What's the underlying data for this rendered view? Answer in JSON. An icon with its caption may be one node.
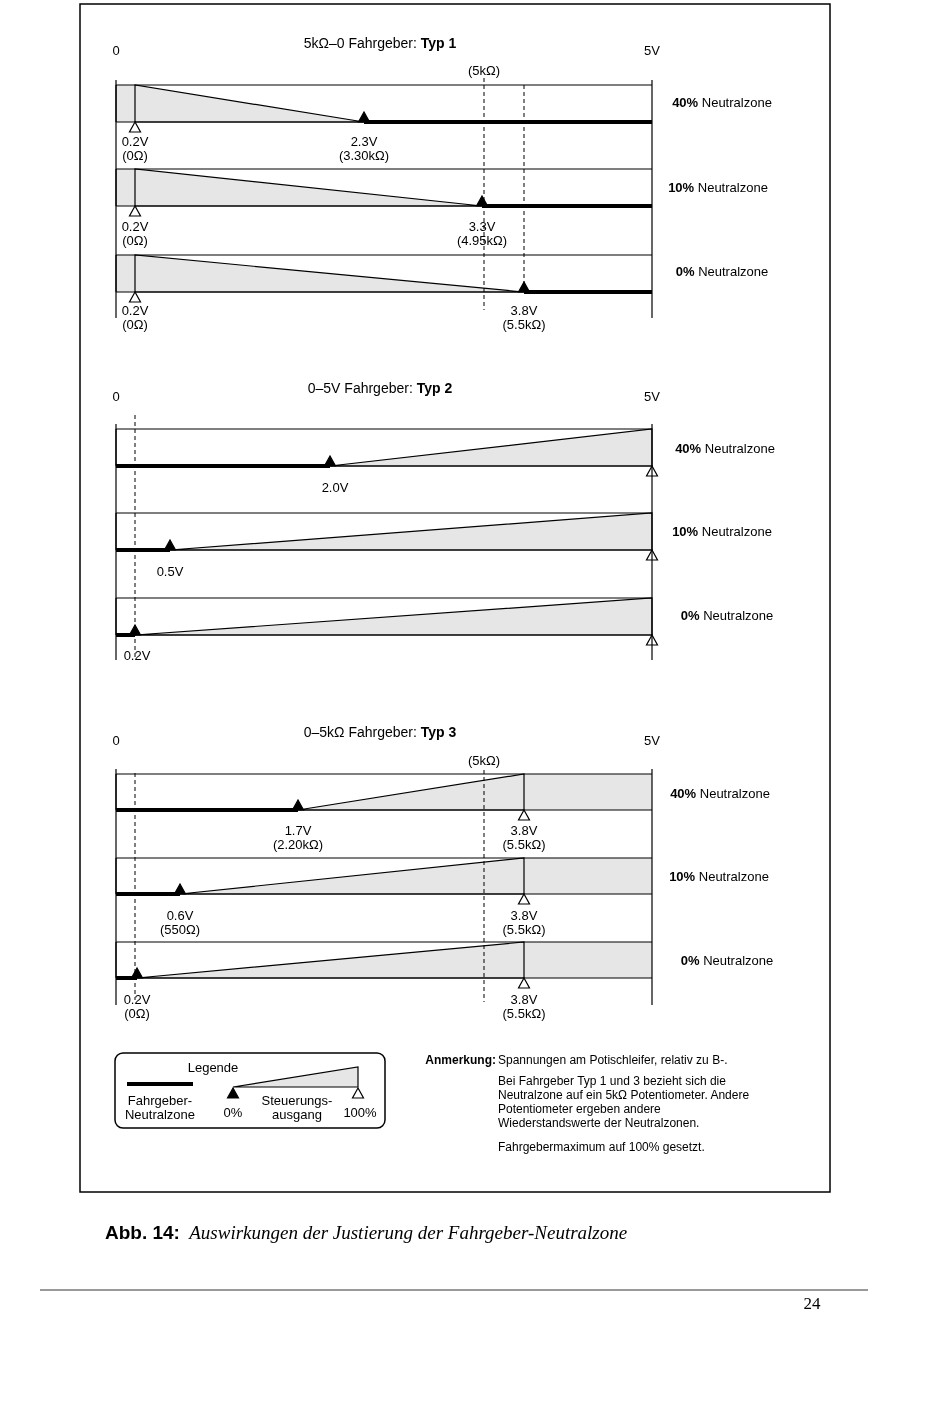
{
  "diagram": {
    "caption": "**Abb. 14:** *Auswirkungen der Justierung der Fahrgeber-Neutralzone*",
    "labels": [
      "0",
      "5kΩ–0 Fahrgeber:  **Typ 1**",
      "5V",
      "(5kΩ)",
      "**40%** Neutralzone",
      "0.2V (0Ω)",
      "2.3V (3.30kΩ)",
      "**10%** Neutralzone",
      "0.2V (0Ω)",
      "3.3V (4.95kΩ)",
      "**0%** Neutralzone",
      "0.2V (0Ω)",
      "3.8V (5.5kΩ)",
      "0",
      "0–5V Fahrgeber:  **Typ 2**",
      "5V",
      "**40%** Neutralzone",
      "2.0V",
      "**10%** Neutralzone",
      "0.5V",
      "**0%** Neutralzone",
      "0.2V",
      "0",
      "0–5kΩ Fahrgeber:  **Typ 3**",
      "5V",
      "(5kΩ)",
      "**40%** Neutralzone",
      "1.7V (2.20kΩ)",
      "3.8V (5.5kΩ)",
      "**10%** Neutralzone",
      "0.6V (550Ω)",
      "3.8V (5.5kΩ)",
      "**0%** Neutralzone",
      "0.2V (0Ω)",
      "3.8V (5.5kΩ)",
      "Legende",
      "Anmerkung:",
      "Spannungen am Potischleifer, relativ zu B-.",
      "Bei Fahrgeber Typ 1 und 3 bezieht sich die Neutralzone auf ein 5kΩ Potentiometer. Andere Potentiometer ergeben andere Wiederstandswerte der Neutralzonen.",
      "Fahrgebermaximum auf 100% gesetzt.",
      "24"
    ],
    "legend": [
      {
        "text": "Fahrgeber- Neutralzone"
      },
      {
        "text": "0%"
      },
      {
        "text": "Steuerungs- ausgang"
      },
      {
        "text": "100%"
      }
    ]
  }
}
